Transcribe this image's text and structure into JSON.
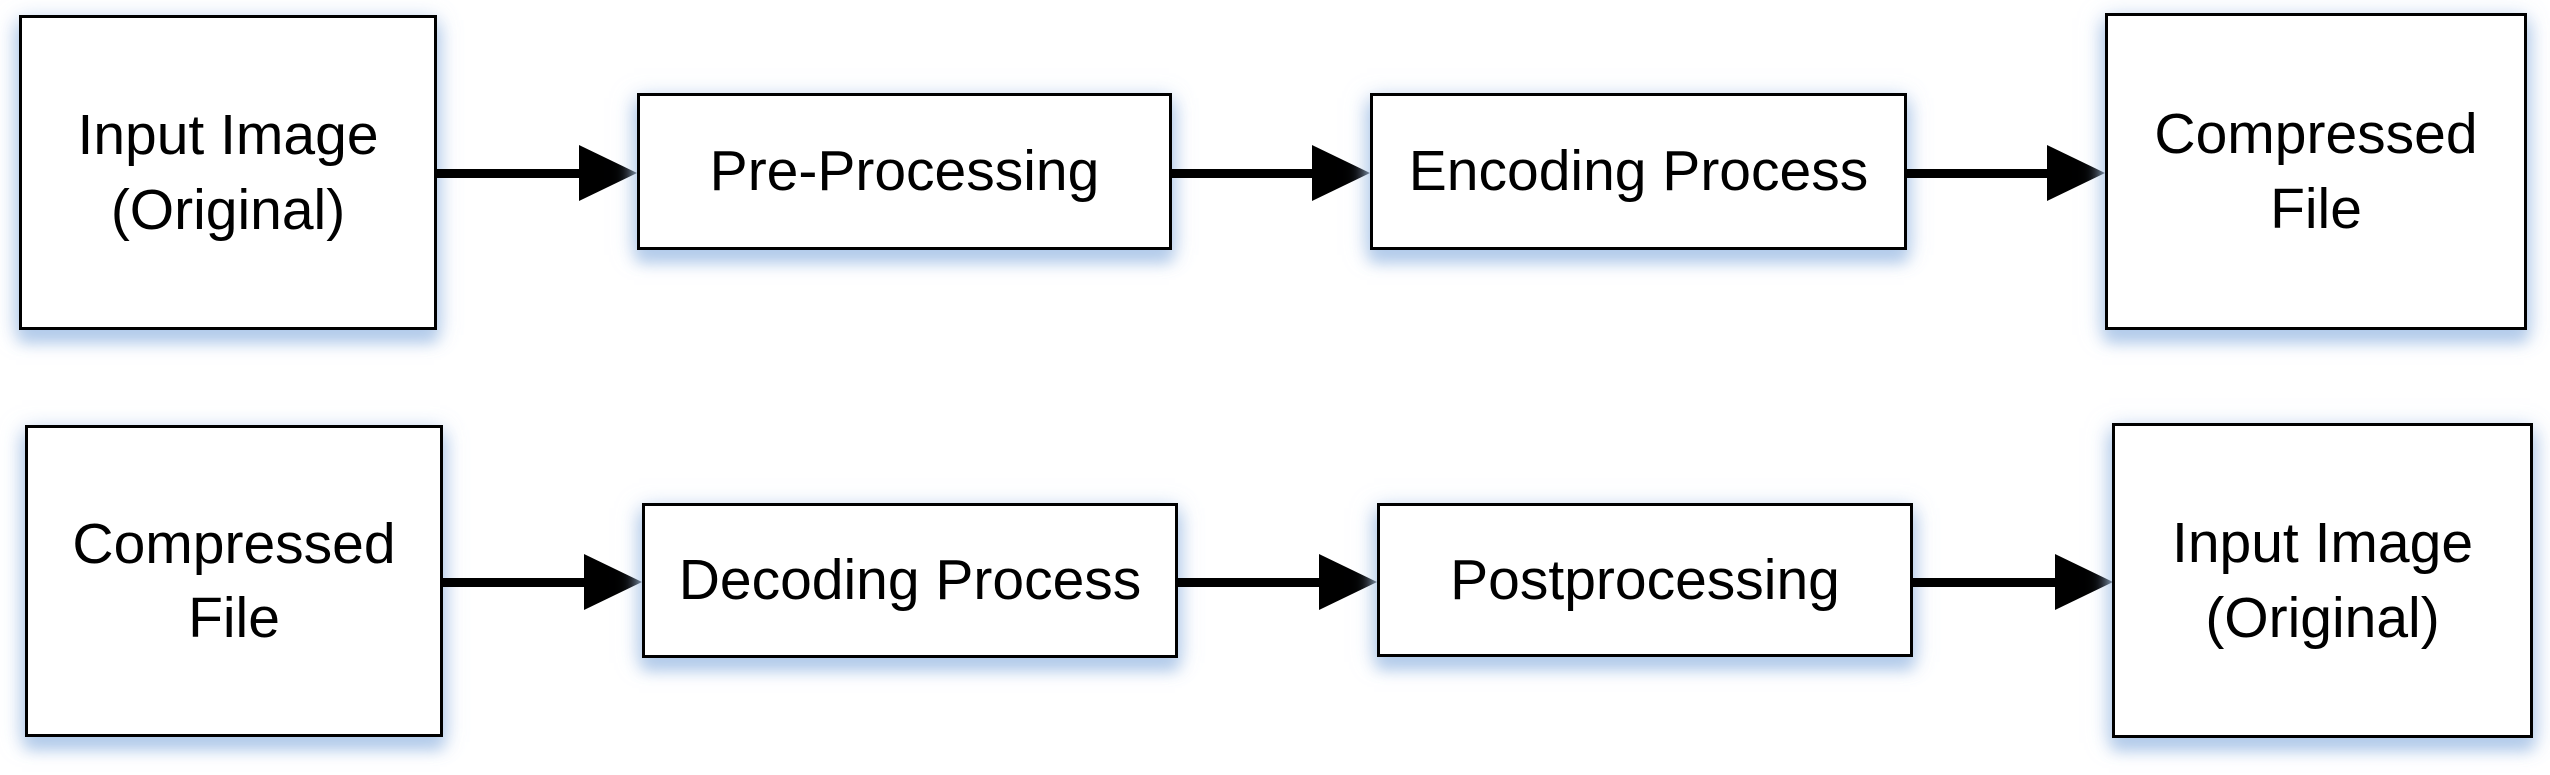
{
  "flowchart": {
    "colors": {
      "background": "#ffffff",
      "box_fill": "#ffffff",
      "box_border": "#000000",
      "arrow": "#000000",
      "shadow": "#bdd7ee",
      "text": "#000000"
    },
    "encoding_row": {
      "nodes": [
        {
          "label": "Input Image (Original)"
        },
        {
          "label": "Pre-Processing"
        },
        {
          "label": "Encoding Process"
        },
        {
          "label": "Compressed File"
        }
      ],
      "connections": [
        {
          "from": "Input Image (Original)",
          "to": "Pre-Processing"
        },
        {
          "from": "Pre-Processing",
          "to": "Encoding Process"
        },
        {
          "from": "Encoding Process",
          "to": "Compressed File"
        }
      ]
    },
    "decoding_row": {
      "nodes": [
        {
          "label": "Compressed File"
        },
        {
          "label": "Decoding Process"
        },
        {
          "label": "Postprocessing"
        },
        {
          "label": "Input Image (Original)"
        }
      ],
      "connections": [
        {
          "from": "Compressed File",
          "to": "Decoding Process"
        },
        {
          "from": "Decoding Process",
          "to": "Postprocessing"
        },
        {
          "from": "Postprocessing",
          "to": "Input Image (Original)"
        }
      ]
    }
  }
}
